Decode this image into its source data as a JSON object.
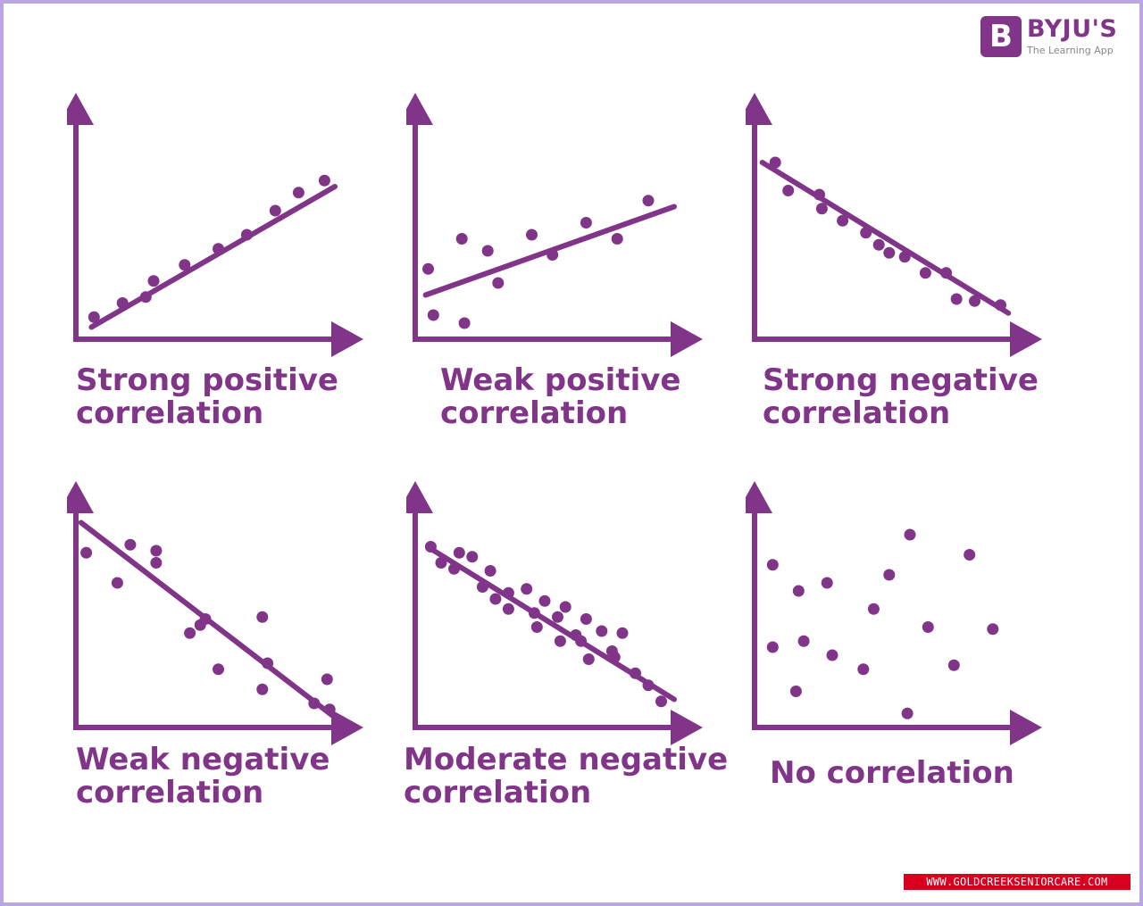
{
  "branding": {
    "logo_letter": "B",
    "name": "BYJU'S",
    "tagline": "The Learning App",
    "color": "#813588"
  },
  "watermark": "WWW.GOLDCREEKSENIORCARE.COM",
  "colors": {
    "accent": "#813588",
    "frame": "#b9a6e3",
    "watermark_bg": "#d8001e"
  },
  "chart_data": [
    {
      "type": "scatter",
      "caption_lines": [
        "Strong positive",
        "correlation"
      ],
      "xlim": [
        0,
        10
      ],
      "ylim": [
        0,
        10
      ],
      "points": [
        [
          0.7,
          1.1
        ],
        [
          1.8,
          1.8
        ],
        [
          2.7,
          2.1
        ],
        [
          3.0,
          2.9
        ],
        [
          4.2,
          3.7
        ],
        [
          5.5,
          4.5
        ],
        [
          6.6,
          5.2
        ],
        [
          7.7,
          6.4
        ],
        [
          8.6,
          7.3
        ],
        [
          9.6,
          7.9
        ]
      ],
      "trend": [
        [
          0.6,
          0.6
        ],
        [
          10,
          7.6
        ]
      ],
      "xlabel": "",
      "ylabel": "",
      "grid": false
    },
    {
      "type": "scatter",
      "caption_lines": [
        "Weak positive",
        "correlation"
      ],
      "xlim": [
        0,
        10
      ],
      "ylim": [
        0,
        10
      ],
      "points": [
        [
          0.5,
          3.5
        ],
        [
          0.7,
          1.2
        ],
        [
          1.8,
          5.0
        ],
        [
          1.9,
          0.8
        ],
        [
          2.8,
          4.4
        ],
        [
          3.2,
          2.8
        ],
        [
          4.5,
          5.2
        ],
        [
          5.3,
          4.2
        ],
        [
          6.6,
          5.8
        ],
        [
          7.8,
          5.0
        ],
        [
          9.0,
          6.9
        ]
      ],
      "trend": [
        [
          0.4,
          2.2
        ],
        [
          10,
          6.6
        ]
      ],
      "xlabel": "",
      "ylabel": "",
      "grid": false
    },
    {
      "type": "scatter",
      "caption_lines": [
        "Strong negative",
        "correlation"
      ],
      "xlim": [
        0,
        10
      ],
      "ylim": [
        0,
        10
      ],
      "points": [
        [
          0.8,
          8.8
        ],
        [
          1.3,
          7.4
        ],
        [
          2.5,
          7.2
        ],
        [
          2.6,
          6.5
        ],
        [
          3.4,
          5.9
        ],
        [
          4.3,
          5.3
        ],
        [
          4.8,
          4.7
        ],
        [
          5.2,
          4.3
        ],
        [
          5.8,
          4.1
        ],
        [
          6.6,
          3.3
        ],
        [
          7.4,
          3.3
        ],
        [
          7.8,
          2.0
        ],
        [
          8.5,
          1.9
        ],
        [
          9.5,
          1.7
        ]
      ],
      "trend": [
        [
          0.3,
          8.8
        ],
        [
          9.8,
          1.3
        ]
      ],
      "xlabel": "",
      "ylabel": "",
      "grid": false
    },
    {
      "type": "scatter",
      "caption_lines": [
        "Weak negative",
        "correlation"
      ],
      "xlim": [
        0,
        10
      ],
      "ylim": [
        0,
        10
      ],
      "points": [
        [
          0.4,
          8.7
        ],
        [
          1.6,
          7.2
        ],
        [
          2.1,
          9.1
        ],
        [
          3.1,
          8.8
        ],
        [
          3.1,
          8.2
        ],
        [
          4.4,
          4.7
        ],
        [
          4.8,
          5.1
        ],
        [
          5.0,
          5.4
        ],
        [
          5.5,
          2.9
        ],
        [
          7.2,
          5.5
        ],
        [
          7.4,
          3.2
        ],
        [
          7.2,
          1.9
        ],
        [
          9.2,
          1.2
        ],
        [
          9.7,
          2.4
        ],
        [
          9.8,
          0.9
        ]
      ],
      "trend": [
        [
          0.2,
          10.2
        ],
        [
          10,
          0.5
        ]
      ],
      "xlabel": "",
      "ylabel": "",
      "grid": false
    },
    {
      "type": "scatter",
      "caption_lines": [
        "Moderate negative",
        "correlation"
      ],
      "xlim": [
        0,
        10
      ],
      "ylim": [
        0,
        10
      ],
      "points": [
        [
          0.6,
          9.0
        ],
        [
          1.0,
          8.2
        ],
        [
          1.5,
          7.9
        ],
        [
          1.7,
          8.7
        ],
        [
          2.2,
          8.5
        ],
        [
          2.6,
          7.0
        ],
        [
          2.9,
          7.8
        ],
        [
          3.1,
          6.4
        ],
        [
          3.6,
          5.9
        ],
        [
          3.6,
          6.7
        ],
        [
          4.3,
          6.9
        ],
        [
          4.6,
          5.7
        ],
        [
          4.7,
          5.0
        ],
        [
          5.0,
          6.3
        ],
        [
          5.5,
          5.5
        ],
        [
          5.6,
          4.3
        ],
        [
          5.8,
          6.0
        ],
        [
          6.2,
          4.6
        ],
        [
          6.4,
          4.3
        ],
        [
          6.6,
          5.4
        ],
        [
          6.7,
          3.4
        ],
        [
          7.2,
          4.8
        ],
        [
          7.6,
          3.8
        ],
        [
          7.7,
          3.5
        ],
        [
          8.0,
          4.7
        ],
        [
          8.5,
          2.7
        ],
        [
          9.0,
          2.1
        ],
        [
          9.5,
          1.3
        ]
      ],
      "trend": [
        [
          0.6,
          8.9
        ],
        [
          10,
          1.4
        ]
      ],
      "xlabel": "",
      "ylabel": "",
      "grid": false
    },
    {
      "type": "scatter",
      "caption_lines": [
        "No correlation"
      ],
      "xlim": [
        0,
        10
      ],
      "ylim": [
        0,
        10
      ],
      "points": [
        [
          0.7,
          8.1
        ],
        [
          0.7,
          4.0
        ],
        [
          1.6,
          1.8
        ],
        [
          1.7,
          6.8
        ],
        [
          1.9,
          4.3
        ],
        [
          2.8,
          7.2
        ],
        [
          3.0,
          3.6
        ],
        [
          4.2,
          2.9
        ],
        [
          4.6,
          5.9
        ],
        [
          5.2,
          7.6
        ],
        [
          6.0,
          9.6
        ],
        [
          5.9,
          0.7
        ],
        [
          6.7,
          5.0
        ],
        [
          7.7,
          3.1
        ],
        [
          8.3,
          8.6
        ],
        [
          9.2,
          4.9
        ]
      ],
      "trend": null,
      "xlabel": "",
      "ylabel": "",
      "grid": false
    }
  ]
}
